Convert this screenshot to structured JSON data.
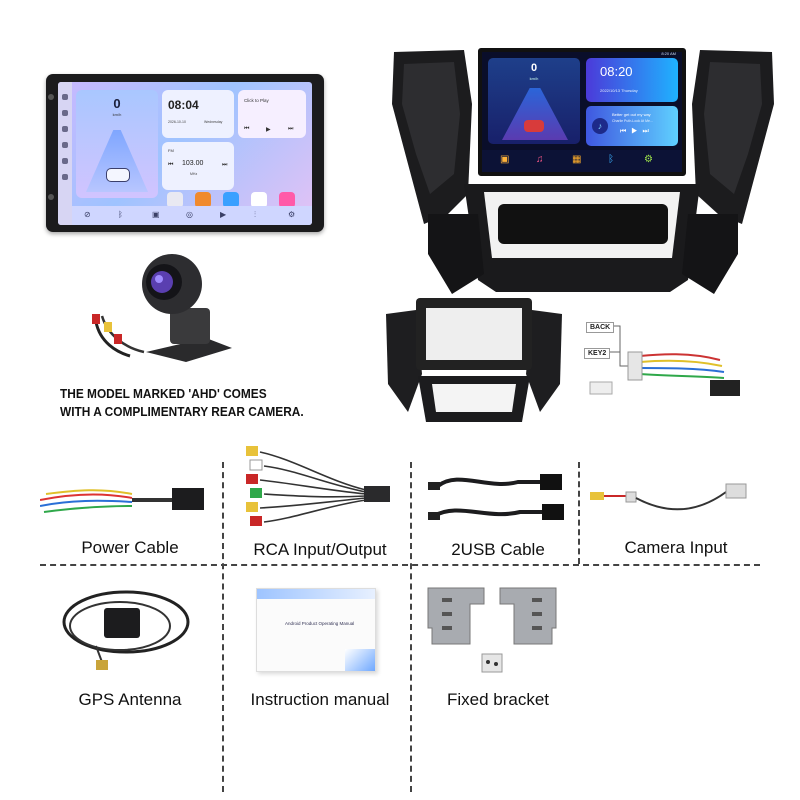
{
  "head_unit": {
    "speed": "0",
    "speed_unit": "km/h",
    "time": "08:04",
    "date": "2026-10-10",
    "weekday": "Wednesday",
    "music_prompt": "Click to Play",
    "fm_label": "FM",
    "fm_freq": "103.00",
    "fm_unit": "MHz",
    "apps": [
      "Radio",
      "File Manager",
      "Gallery",
      "Video",
      "Music"
    ]
  },
  "frame_unit": {
    "speed": "0",
    "speed_unit": "km/h",
    "time": "08:20",
    "status_time": "8:20 AM",
    "date": "2022/10/13",
    "weekday": "Thursday",
    "song_title": "Better get out my way",
    "song_artist": "Charlie Puth-Look At Me..."
  },
  "camera_caption": {
    "line1": "THE MODEL MARKED 'AHD' COMES",
    "line2": "WITH A COMPLIMENTARY REAR CAMERA."
  },
  "wiring_tags": {
    "back": "BACK",
    "key2": "KEY2"
  },
  "accessories": {
    "power_cable": "Power Cable",
    "rca": "RCA Input/Output",
    "usb": "2USB  Cable",
    "camera_input": "Camera  Input",
    "gps": "GPS  Antenna",
    "manual": "Instruction manual",
    "bracket": "Fixed bracket"
  },
  "manual_cover_text": "Android Product Operating Manual"
}
